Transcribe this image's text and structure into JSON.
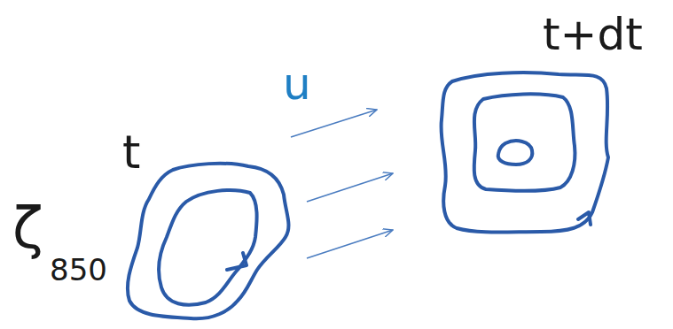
{
  "diagram": {
    "labels": [
      "t+dt",
      "u",
      "t",
      "ζ",
      "850"
    ]
  }
}
